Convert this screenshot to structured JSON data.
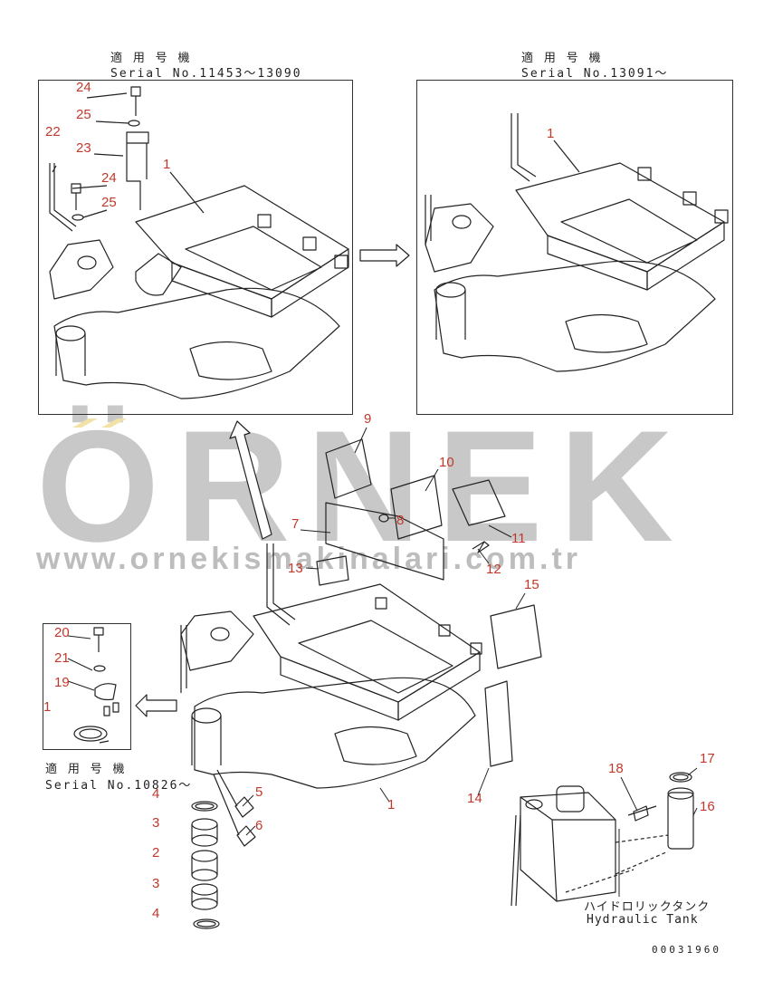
{
  "captions": {
    "top_left_ja": "適 用 号 機",
    "top_left_serial": "Serial No.11453～13090",
    "top_right_ja": "適 用 号 機",
    "top_right_serial": "Serial No.13091～",
    "bottom_left_ja": "適 用 号 機",
    "bottom_left_serial": "Serial No.10826～",
    "tank_ja": "ハイドロリックタンク",
    "tank_en": "Hydraulic Tank",
    "drawing_number": "00031960"
  },
  "watermark": {
    "brand": "ÖRNEK",
    "url": "www.ornekismakinalari.com.tr"
  },
  "callouts": {
    "tl_24a": "24",
    "tl_25a": "25",
    "tl_22": "22",
    "tl_23": "23",
    "tl_24b": "24",
    "tl_25b": "25",
    "tl_1": "1",
    "tr_1": "1",
    "m_9": "9",
    "m_10": "10",
    "m_8": "8",
    "m_7": "7",
    "m_11": "11",
    "m_12": "12",
    "m_13": "13",
    "m_15": "15",
    "bl_20": "20",
    "bl_21": "21",
    "bl_19": "19",
    "bl_1": "1",
    "m_5": "5",
    "m_6": "6",
    "m_4a": "4",
    "m_3a": "3",
    "m_2": "2",
    "m_3b": "3",
    "m_4b": "4",
    "m_1": "1",
    "m_14": "14",
    "t_18": "18",
    "t_17": "17",
    "t_16": "16"
  },
  "colors": {
    "callout": "#c0392b",
    "line": "#222222",
    "watermark": "#c8c8c8",
    "watermark_accent": "#f1e3a6"
  }
}
